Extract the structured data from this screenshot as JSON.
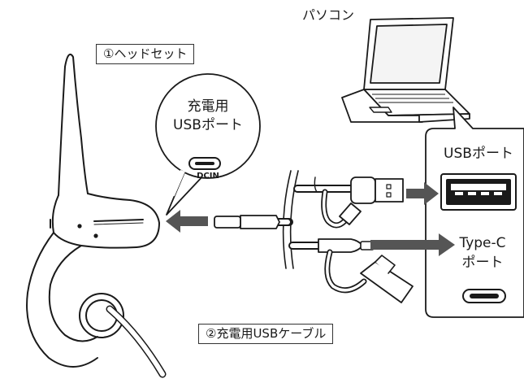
{
  "labels": {
    "pc": "パソコン",
    "headset": "①ヘッドセット",
    "charge_port_line1": "充電用",
    "charge_port_line2": "USBポート",
    "dcin": "DCIN",
    "usb_port": "USBポート",
    "typec_line1": "Type-C",
    "typec_line2": "ポート",
    "cable": "②充電用USBケーブル"
  },
  "icons": {
    "laptop": "laptop-icon",
    "usb_c_port": "usb-c-port-icon",
    "usb_a_port": "usb-a-port-icon",
    "arrow": "arrow-icon"
  },
  "colors": {
    "line": "#1a1a1a",
    "arrow": "#555555",
    "background": "#ffffff"
  }
}
